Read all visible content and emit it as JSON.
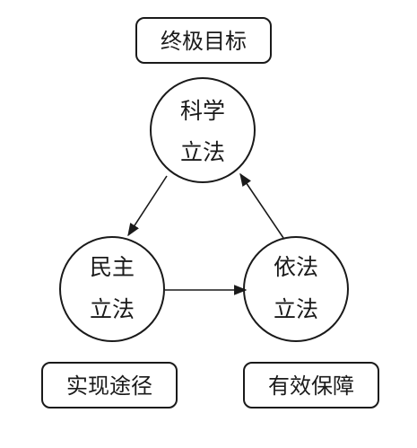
{
  "nodes": {
    "scientific": {
      "line1": "科学",
      "line2": "立法"
    },
    "democratic": {
      "line1": "民主",
      "line2": "立法"
    },
    "lawful": {
      "line1": "依法",
      "line2": "立法"
    }
  },
  "labels": {
    "goal": "终极目标",
    "path": "实现途径",
    "guarantee": "有效保障"
  },
  "colors": {
    "ink": "#1a1a1a",
    "background": "#ffffff"
  }
}
